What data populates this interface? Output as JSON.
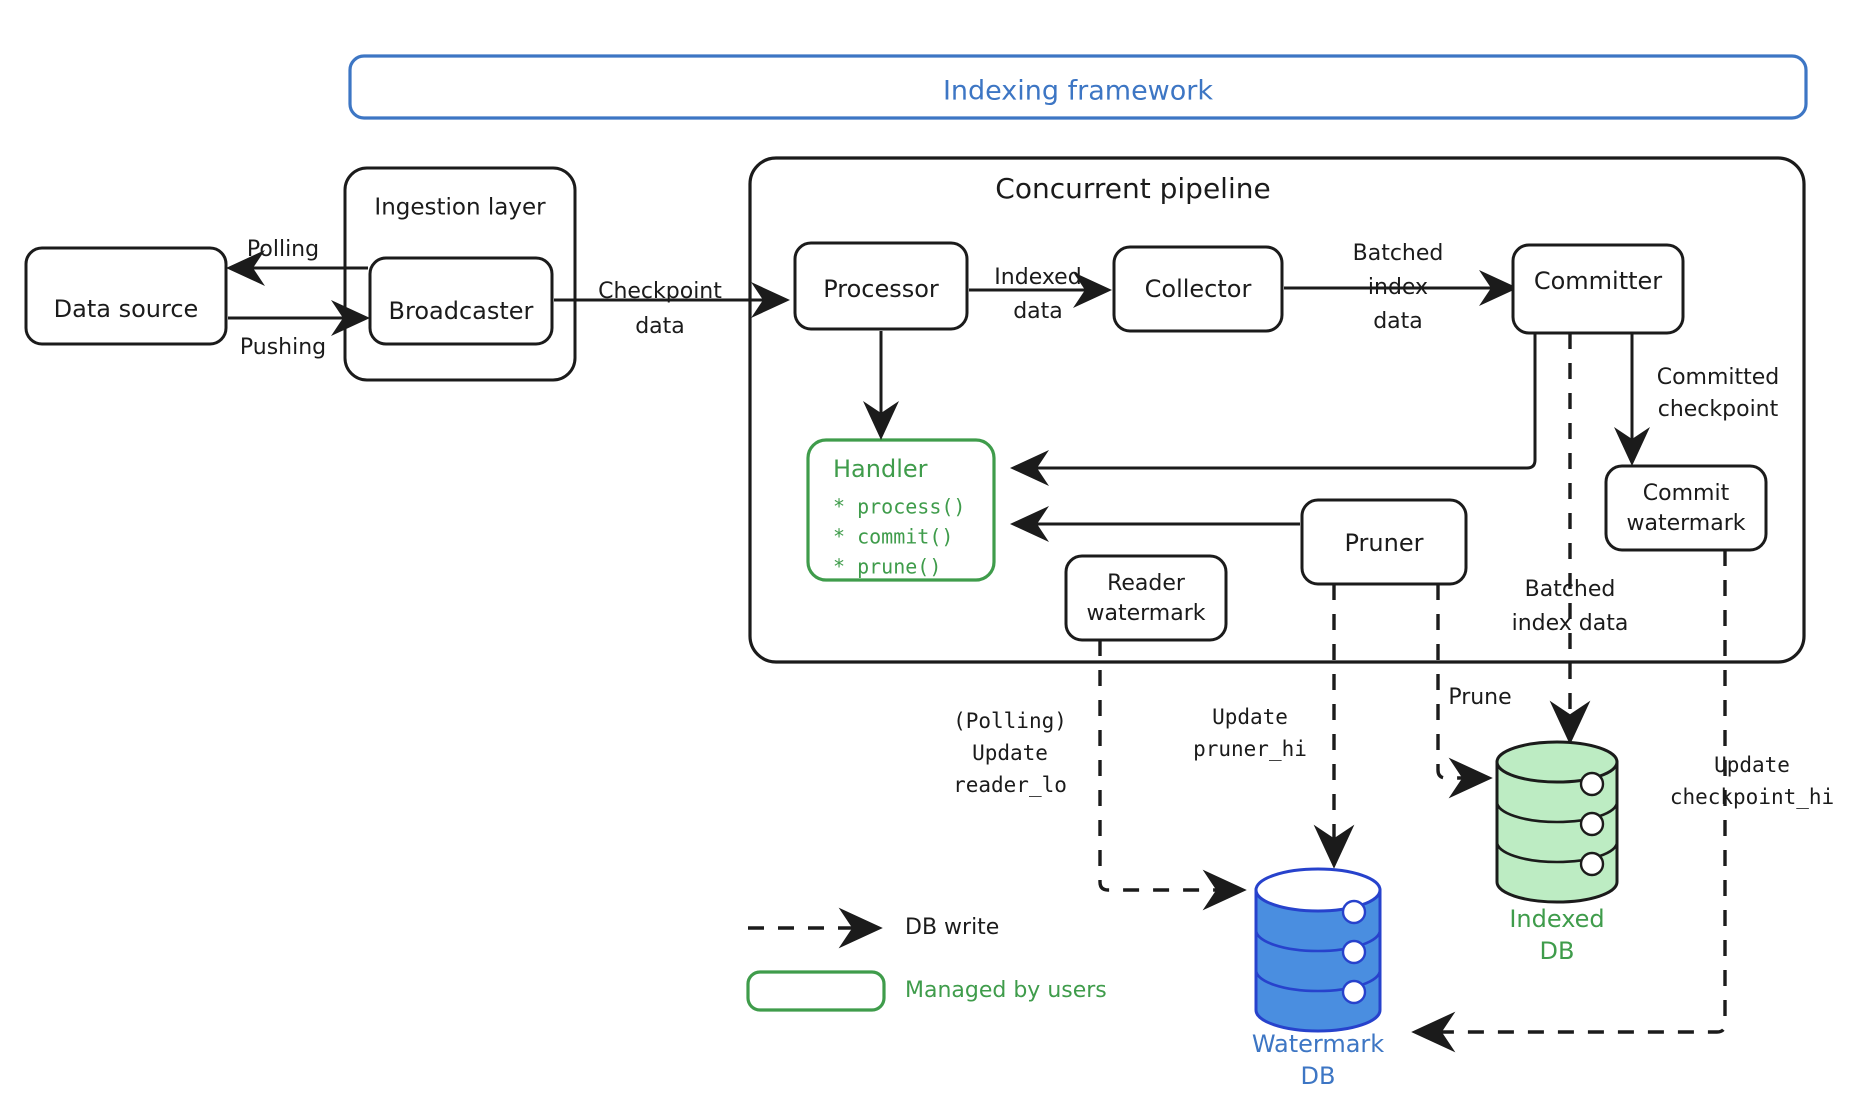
{
  "diagram": {
    "title": "Indexing framework",
    "colors": {
      "blue": "#3d76c4",
      "blue_strong": "#2c5fbd",
      "green": "#3f9c4b",
      "green_fill": "#bdecc3",
      "db_blue_fill": "#4a8ee0",
      "db_blue_stroke": "#2742cc",
      "black": "#1b1b1b"
    },
    "groups": {
      "framework": {
        "label": "Indexing framework"
      },
      "ingestion": {
        "label": "Ingestion layer"
      },
      "pipeline": {
        "label": "Concurrent pipeline"
      }
    },
    "nodes": {
      "data_source": {
        "label": "Data source"
      },
      "broadcaster": {
        "label": "Broadcaster"
      },
      "processor": {
        "label": "Processor"
      },
      "collector": {
        "label": "Collector"
      },
      "committer": {
        "label": "Committer"
      },
      "commit_watermark": {
        "line1": "Commit",
        "line2": "watermark"
      },
      "reader_watermark": {
        "line1": "Reader",
        "line2": "watermark"
      },
      "pruner": {
        "label": "Pruner"
      },
      "handler": {
        "title": "Handler",
        "methods": [
          "* process()",
          "* commit()",
          "* prune()"
        ]
      },
      "watermark_db": {
        "line1": "Watermark",
        "line2": "DB"
      },
      "indexed_db": {
        "line1": "Indexed",
        "line2": "DB"
      }
    },
    "edge_labels": {
      "polling": "Polling",
      "pushing": "Pushing",
      "checkpoint_data": {
        "line1": "Checkpoint",
        "line2": "data"
      },
      "indexed_data": {
        "line1": "Indexed",
        "line2": "data"
      },
      "batched_index_data": {
        "line1": "Batched",
        "line2": "index",
        "line3": "data"
      },
      "committed_checkpoint": {
        "line1": "Committed",
        "line2": "checkpoint"
      },
      "batched_index_data_2": {
        "line1": "Batched",
        "line2": "index data"
      },
      "prune": "Prune",
      "update_reader_lo": {
        "line1": "(Polling)",
        "line2": "Update",
        "line3": "reader_lo"
      },
      "update_pruner_hi": {
        "line1": "Update",
        "line2": "pruner_hi"
      },
      "update_checkpoint_hi": {
        "line1": "Update",
        "line2": "checkpoint_hi"
      }
    },
    "legend": {
      "db_write": "DB write",
      "managed_by_users": "Managed by users"
    }
  }
}
